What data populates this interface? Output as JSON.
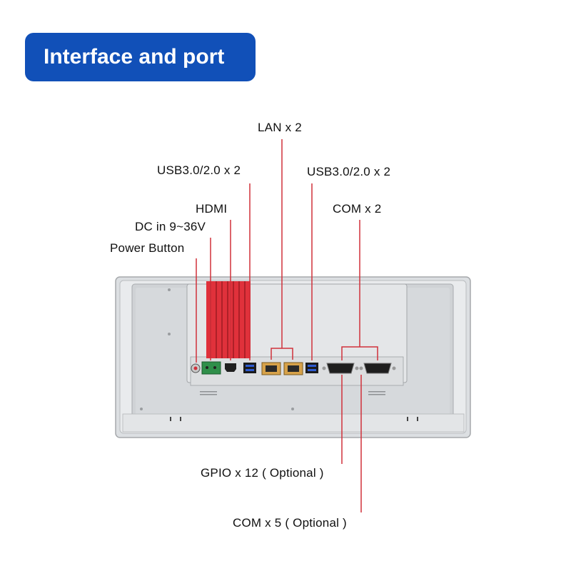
{
  "header": {
    "title": "Interface and port"
  },
  "labels": {
    "lan": "LAN x 2",
    "usb_left": "USB3.0/2.0 x 2",
    "usb_right": "USB3.0/2.0 x 2",
    "hdmi": "HDMI",
    "com": "COM x 2",
    "dc_in": "DC in 9~36V",
    "power_button": "Power Button",
    "gpio": "GPIO x 12 ( Optional )",
    "com_optional": "COM x 5 ( Optional )"
  },
  "colors": {
    "banner": "#1150b8",
    "callout_line": "#d0303a",
    "heatsink": "#e0313b",
    "panel_frame": "#dfe2e5",
    "panel_back": "#c8cbce"
  }
}
